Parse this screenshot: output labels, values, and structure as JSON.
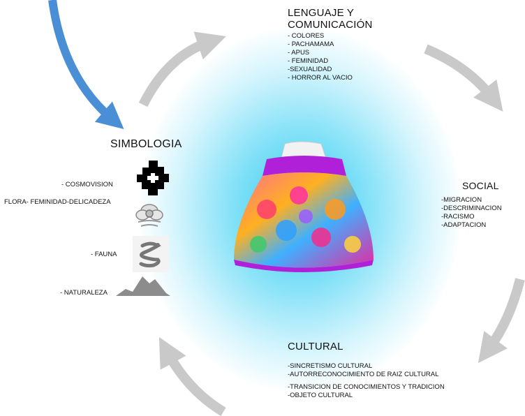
{
  "lenguaje": {
    "heading_line1": "LENGUAJE Y",
    "heading_line2": "COMUNICACIÓN",
    "items": [
      "- COLORES",
      "- PACHAMAMA",
      "- APUS",
      "- FEMINIDAD",
      "-SEXUALIDAD",
      "- HORROR AL VACIO"
    ]
  },
  "simbologia": {
    "heading": "SIMBOLOGIA",
    "items": [
      {
        "label": "- COSMOVISION",
        "icon": "chakana-cross-icon"
      },
      {
        "label": "FLORA- FEMINIDAD-DELICADEZA",
        "icon": "flower-icon"
      },
      {
        "label": "- FAUNA",
        "icon": "serpent-icon"
      },
      {
        "label": "- NATURALEZA",
        "icon": "mountain-icon"
      }
    ]
  },
  "social": {
    "heading": "SOCIAL",
    "items": [
      "-MIGRACION",
      "-DESCRIMINACION",
      "-RACISMO",
      "-ADAPTACION"
    ]
  },
  "cultural": {
    "heading": "CULTURAL",
    "items_group1": [
      "-SINCRETISMO CULTURAL",
      "-AUTORRECONOCIMIENTO DE RAIZ CULTURAL"
    ],
    "items_group2": [
      "-TRANSICION DE CONOCIMIENTOS Y TRADICION",
      "-OBJETO CULTURAL"
    ]
  },
  "colors": {
    "cycle_arrow": "#c9c9c9",
    "pointer_arrow": "#4a8fd6",
    "glow": "#2ec8f0",
    "skirt_band": "#b020d8"
  }
}
